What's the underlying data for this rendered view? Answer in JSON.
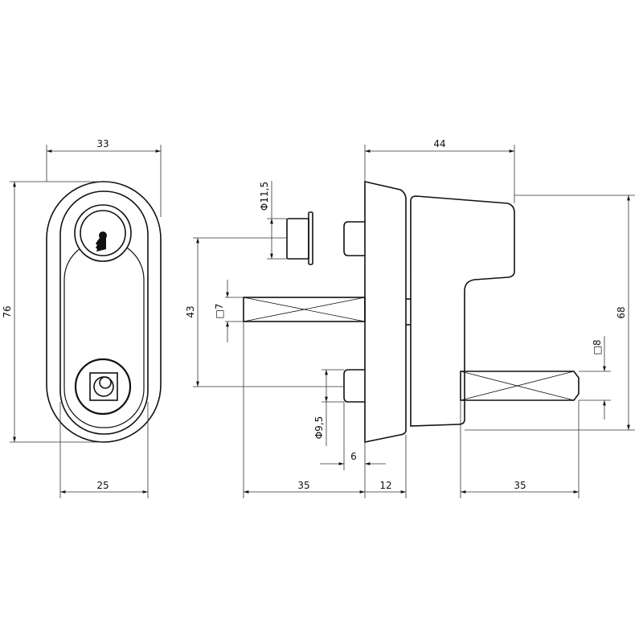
{
  "front_view": {
    "width_top": "33",
    "height": "76",
    "width_bottom": "25"
  },
  "side_view": {
    "cylinder_diameter": "Φ11,5",
    "spindle_spacing": "43",
    "spindle1_square": "□7",
    "depth": "44",
    "height": "68",
    "spindle2_square": "□8",
    "pin_diameter": "Φ9,5",
    "pin_length": "6",
    "spindle1_length": "35",
    "plate_thickness": "12",
    "spindle2_length": "35"
  },
  "colors": {
    "line": "#111111",
    "background": "#ffffff"
  }
}
